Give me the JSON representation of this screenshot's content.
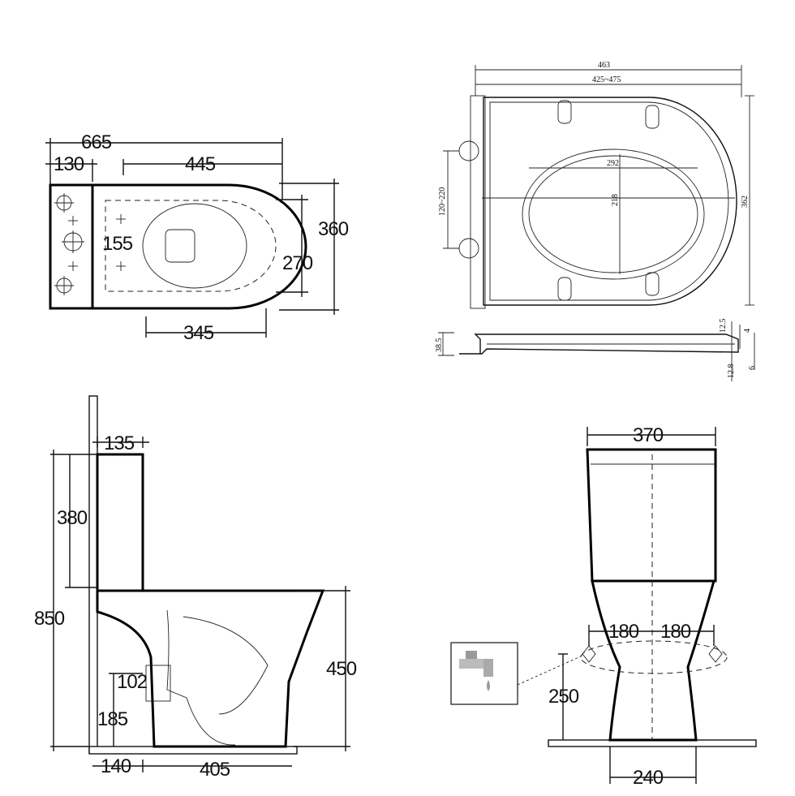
{
  "top_view": {
    "total_length": "665",
    "cistern_depth": "130",
    "pan_length": "445",
    "total_width": "360",
    "seat_width": "270",
    "bolt_spacing": "155",
    "pan_depth": "345"
  },
  "seat_view": {
    "overall": "463",
    "fixing_range": "425~475",
    "opening_length": "292",
    "opening_width": "218",
    "depth": "362",
    "hinge_spacing": "120~220",
    "height": "38.5",
    "thickness_a": "12.5",
    "thickness_b": "4",
    "thickness_c": "12.8",
    "thickness_d": "6"
  },
  "side_view": {
    "cistern_setback": "135",
    "cistern_height": "380",
    "total_height": "850",
    "pan_height": "450",
    "outlet_diameter": "102",
    "outlet_height": "185",
    "wall_gap": "140",
    "footprint": "405"
  },
  "front_view": {
    "cistern_width": "370",
    "supply_left": "180",
    "supply_right": "180",
    "supply_height": "250",
    "base_width": "240"
  },
  "icons": [
    "water-tap-icon"
  ]
}
